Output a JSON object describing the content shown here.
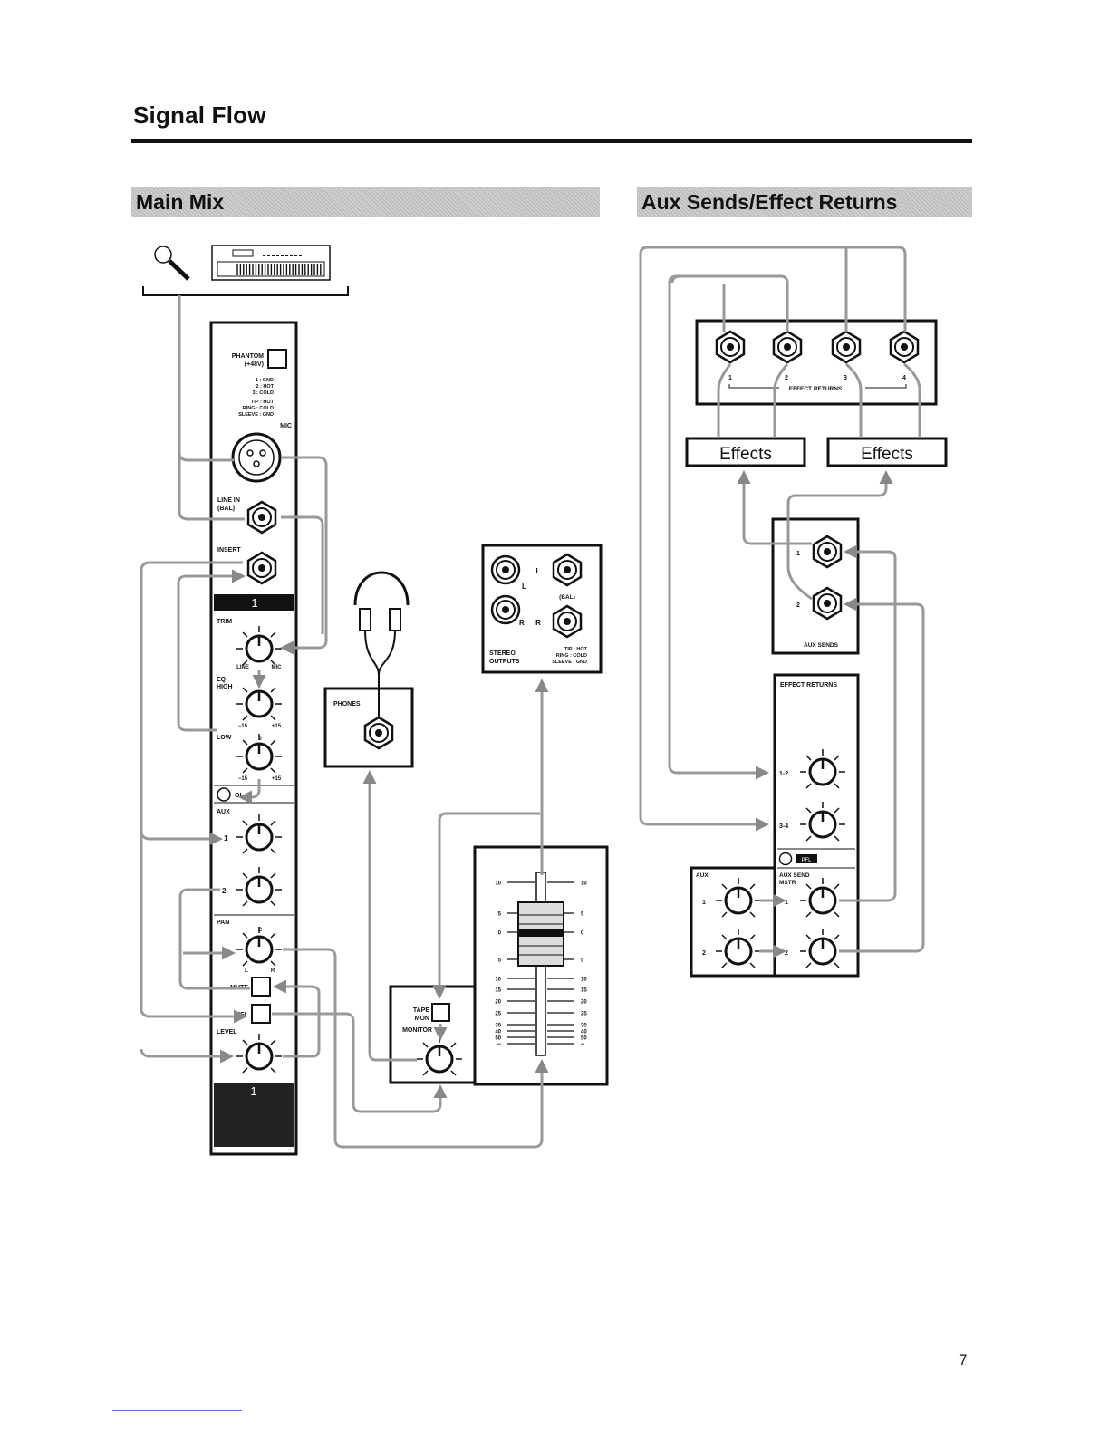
{
  "page": {
    "title": "Signal Flow",
    "page_number": "7",
    "sections": {
      "left": "Main Mix",
      "right": "Aux Sends/Effect Returns"
    }
  },
  "channel_strip": {
    "phantom": "PHANTOM",
    "phantom_v": "(+48V)",
    "xlr_pins": [
      "1 : GND",
      "2 : HOT",
      "3 : COLD"
    ],
    "trs_pins": [
      "TIP : HOT",
      "RING : COLD",
      "SLEEVE : GND"
    ],
    "mic": "MIC",
    "line_in": "LINE IN",
    "line_in_bal": "(BAL)",
    "insert": "INSERT",
    "channel_number": "1",
    "trim": "TRIM",
    "trim_left": "LINE",
    "trim_right": "MIC",
    "eq": "EQ",
    "high": "HIGH",
    "low": "LOW",
    "eq_min": "−15",
    "eq_mid": "0",
    "eq_max": "+15",
    "ol": "OL",
    "aux": "AUX",
    "aux_1": "1",
    "aux_2": "2",
    "pan": "PAN",
    "pan_c": "C",
    "pan_l": "L",
    "pan_r": "R",
    "mute": "MUTE",
    "pfl": "PFL",
    "level": "LEVEL",
    "bottom_number": "1"
  },
  "phones": {
    "label": "PHONES"
  },
  "stereo_outputs": {
    "l": "L",
    "r": "R",
    "bal": "(BAL)",
    "label_1": "STEREO",
    "label_2": "OUTPUTS",
    "pins": [
      "TIP : HOT",
      "RING : COLD",
      "SLEEVE : GND"
    ]
  },
  "tape_monitor": {
    "tape": "TAPE",
    "mon": "MON",
    "monitor": "MONITOR"
  },
  "fader_scale": [
    "10",
    "5",
    "0",
    "5",
    "10",
    "15",
    "20",
    "25",
    "30",
    "40",
    "50",
    "∞"
  ],
  "effect_returns_panel": {
    "jacks": [
      "1",
      "2",
      "3",
      "4"
    ],
    "label": "EFFECT RETURNS"
  },
  "effects": [
    "Effects",
    "Effects"
  ],
  "aux_sends_panel": {
    "jacks": [
      "1",
      "2"
    ],
    "label": "AUX SENDS"
  },
  "master_section": {
    "title": "EFFECT RETURNS",
    "ret_12": "1-2",
    "ret_34": "3-4",
    "pfl": "PFL",
    "aux_send": "AUX SEND",
    "mstr": "MSTR",
    "aux": "AUX",
    "row_1": "1",
    "row_2": "2"
  }
}
